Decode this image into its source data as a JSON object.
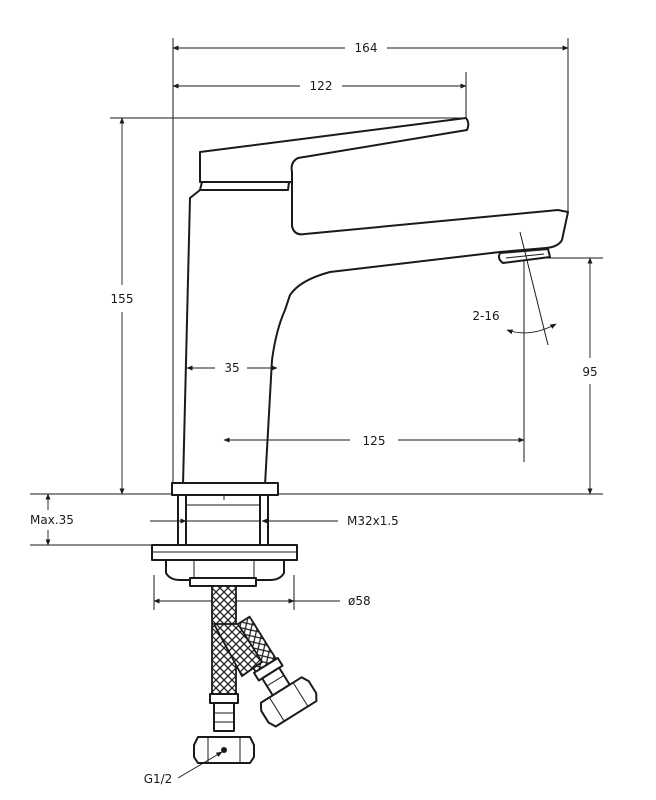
{
  "dimensions": {
    "overall_width": "164",
    "lever_length": "122",
    "height": "155",
    "body_width": "35",
    "spout_reach": "125",
    "aerator_tilt": "2-16",
    "spout_height": "95",
    "max_deck": "Max.35",
    "thread": "M32x1.5",
    "base_diameter": "ø58",
    "hose_thread": "G1/2"
  }
}
